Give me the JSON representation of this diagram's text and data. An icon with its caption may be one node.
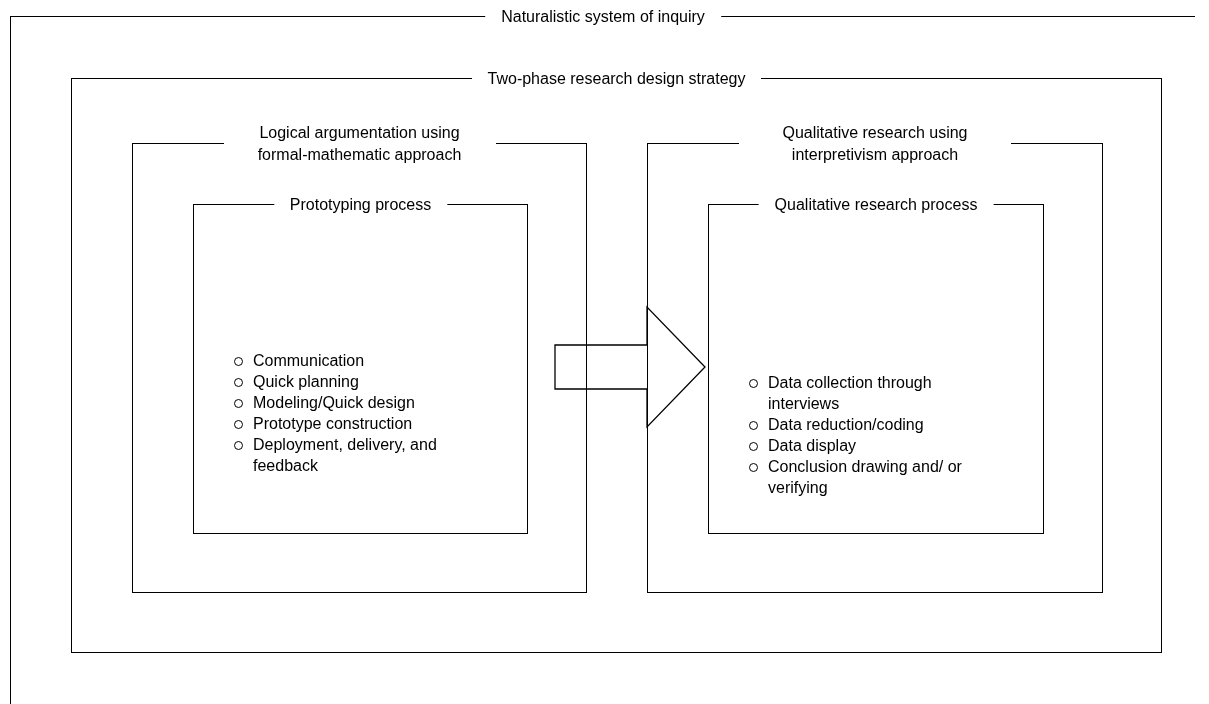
{
  "diagram": {
    "nodes": [
      {
        "text": [
          "Naturalistic system of inquiry"
        ]
      },
      {
        "text": [
          "Two-phase research design strategy"
        ],
        "in": 0
      },
      {
        "text": [
          "Logical argumentation using formal-mathematic approach"
        ],
        "in": 1
      },
      {
        "text": [
          "Prototyping process",
          "Communication",
          "Quick planning",
          "Modeling/Quick design",
          "Prototype construction",
          "Deployment, delivery, and feedback"
        ],
        "in": 2
      },
      {
        "text": [
          "Qualitative research using interpretivism approach"
        ],
        "in": 1
      },
      {
        "text": [
          "Qualitative research process",
          "Data collection through interviews",
          "Data reduction/coding",
          "Data display",
          "Conclusion drawing and/ or verifying"
        ],
        "in": 4
      }
    ],
    "edges": [
      {
        "from": 3,
        "to": 5,
        "arrow": "to",
        "style": "thick"
      }
    ]
  }
}
